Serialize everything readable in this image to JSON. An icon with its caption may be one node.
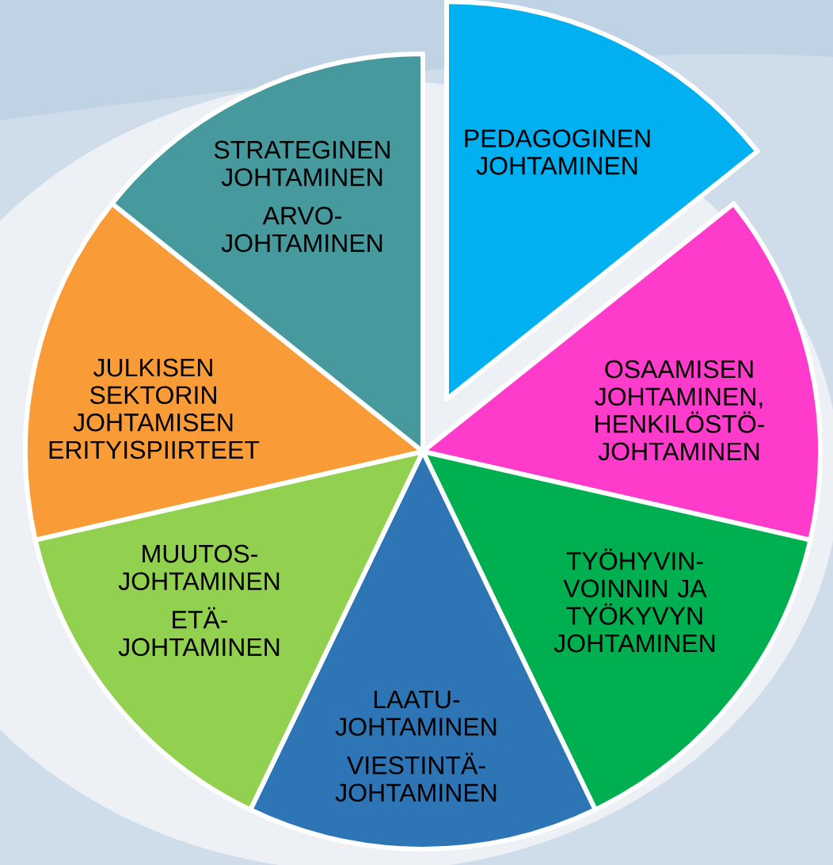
{
  "diagram": {
    "nodes": [
      {
        "text": [
          "PEDAGOGINEN JOHTAMINEN"
        ]
      },
      {
        "text": [
          "OSAAMISEN JOHTAMINEN, HENKILÖSTÖ- JOHTAMINEN"
        ]
      },
      {
        "text": [
          "TYÖHYVIN- VOINNIN JA TYÖKYVYN JOHTAMINEN"
        ]
      },
      {
        "text": [
          "LAATU- JOHTAMINEN",
          "VIESTINTÄ- JOHTAMINEN"
        ]
      },
      {
        "text": [
          "MUUTOS- JOHTAMINEN",
          "ETÄ- JOHTAMINEN"
        ]
      },
      {
        "text": [
          "JULKISEN SEKTORIN JOHTAMISEN ERITYISPIIRTEET"
        ]
      },
      {
        "text": [
          "STRATEGINEN JOHTAMINEN",
          "ARVO- JOHTAMINEN"
        ]
      }
    ]
  }
}
